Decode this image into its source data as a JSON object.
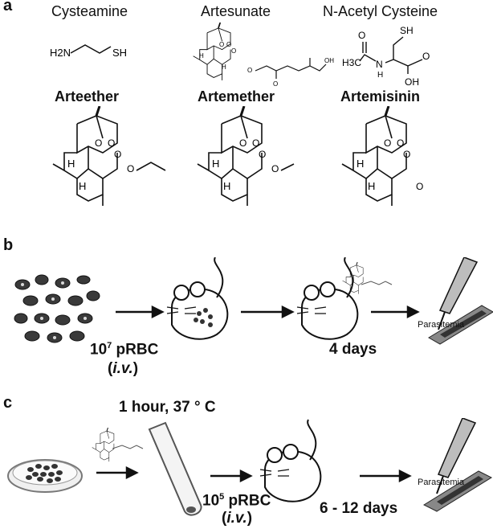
{
  "panels": {
    "a": "a",
    "b": "b",
    "c": "c"
  },
  "compounds": [
    {
      "name": "Cysteamine",
      "atoms": [
        "H2N",
        "SH"
      ]
    },
    {
      "name": "Artesunate",
      "atoms": [
        "O",
        "O",
        "H",
        "H",
        "O",
        "O",
        "O",
        "OH"
      ]
    },
    {
      "name": "N-Acetyl Cysteine",
      "atoms": [
        "SH",
        "O",
        "H3C",
        "N",
        "H",
        "O",
        "OH"
      ]
    },
    {
      "name": "Arteether",
      "atoms": [
        "O",
        "O",
        "H",
        "H",
        "O",
        "O"
      ]
    },
    {
      "name": "Artemether",
      "atoms": [
        "O",
        "O",
        "H",
        "H",
        "O",
        "O"
      ]
    },
    {
      "name": "Artemisinin",
      "atoms": [
        "O",
        "O",
        "H",
        "H",
        "O",
        "O"
      ]
    }
  ],
  "panel_b": {
    "dose_exponent": "7",
    "dose_base": "10",
    "dose_unit": " pRBC",
    "route": "i.v.",
    "duration": "4 days",
    "readout": "Parasitemia"
  },
  "panel_c": {
    "incubation": "1 hour, 37 ° C",
    "dose_base": "10",
    "dose_exponent": "5",
    "dose_unit": " pRBC",
    "route": "i.v.",
    "duration": "6 - 12 days",
    "readout": "Parasitemia"
  }
}
